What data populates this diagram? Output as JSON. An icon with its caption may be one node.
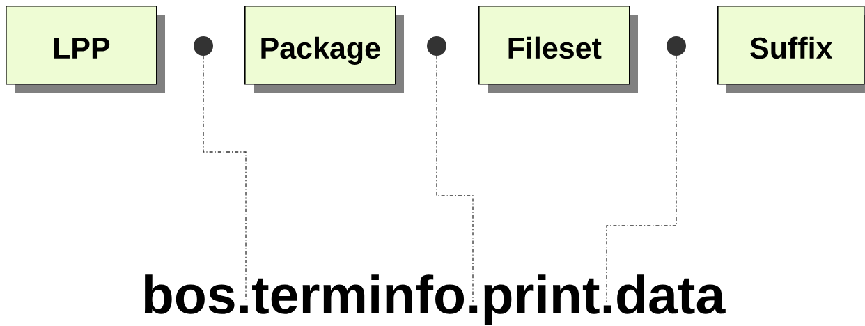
{
  "diagram": {
    "nodes": [
      {
        "text": [
          "LPP"
        ]
      },
      {
        "text": [],
        "shape": "circle"
      },
      {
        "text": [
          "Package"
        ]
      },
      {
        "text": [],
        "shape": "circle"
      },
      {
        "text": [
          "Fileset"
        ]
      },
      {
        "text": [],
        "shape": "circle"
      },
      {
        "text": [
          "Suffix"
        ]
      },
      {
        "text": [
          "bos.terminfo.print.data"
        ]
      }
    ],
    "edges": [
      {
        "from": 1,
        "to": 7,
        "arrow": "none",
        "style": "dashed"
      },
      {
        "from": 3,
        "to": 7,
        "arrow": "none",
        "style": "dashed"
      },
      {
        "from": 5,
        "to": 7,
        "arrow": "none",
        "style": "dashed"
      }
    ]
  }
}
